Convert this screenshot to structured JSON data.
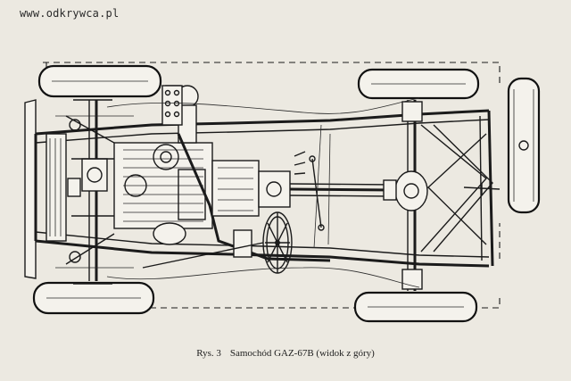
{
  "watermark": "www.odkrywca.pl",
  "caption": {
    "figure": "Rys. 3",
    "text": "Samochód GAZ-67B (widok z góry)"
  }
}
